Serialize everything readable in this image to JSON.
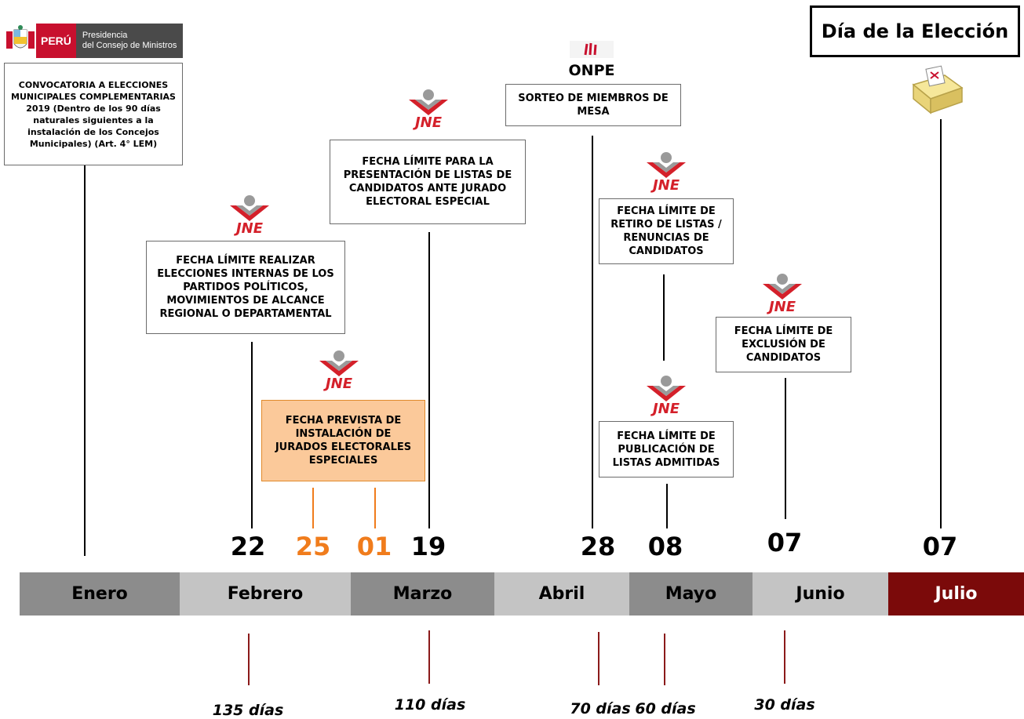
{
  "header": {
    "peru_label": "PERÚ",
    "pcm_line1": "Presidencia",
    "pcm_line2": "del Consejo de Ministros",
    "election_day": "Día de la Elección",
    "onpe_label": "ONPE",
    "jne_label": "JNE"
  },
  "boxes": {
    "convocatoria": "CONVOCATORIA A ELECCIONES MUNICIPALES COMPLEMENTARIAS 2019 (Dentro de los 90 días naturales siguientes a la instalación de los Concejos Municipales) (Art. 4° LEM)",
    "internas": "FECHA LÍMITE REALIZAR ELECCIONES INTERNAS DE LOS PARTIDOS POLÍTICOS, MOVIMIENTOS DE ALCANCE REGIONAL O DEPARTAMENTAL",
    "instalacion": "FECHA PREVISTA DE INSTALACIÓN DE JURADOS ELECTORALES ESPECIALES",
    "presentacion": "FECHA LÍMITE PARA LA PRESENTACIÓN DE LISTAS DE CANDIDATOS ANTE JURADO ELECTORAL ESPECIAL",
    "sorteo": "SORTEO DE MIEMBROS DE MESA",
    "retiro": "FECHA LÍMITE DE RETIRO DE LISTAS / RENUNCIAS DE CANDIDATOS",
    "publicacion": "FECHA LÍMITE DE PUBLICACIÓN DE LISTAS ADMITIDAS",
    "exclusion": "FECHA LÍMITE DE EXCLUSIÓN DE CANDIDATOS"
  },
  "dates": {
    "d22": "22",
    "d25": "25",
    "d01": "01",
    "d19": "19",
    "d28": "28",
    "d08": "08",
    "d07a": "07",
    "d07b": "07"
  },
  "months": [
    "Enero",
    "Febrero",
    "Marzo",
    "Abril",
    "Mayo",
    "Junio",
    "Julio"
  ],
  "month_colors": [
    "#8c8c8c",
    "#c4c4c4",
    "#8c8c8c",
    "#c4c4c4",
    "#8c8c8c",
    "#c4c4c4",
    "#7b0a0a"
  ],
  "days_remaining": [
    "135 días",
    "110 días",
    "70 días",
    "60 días",
    "30 días"
  ],
  "colors": {
    "accent_orange": "#f07c1c",
    "julio_red": "#7b0a0a",
    "jne_red": "#d4202a"
  }
}
